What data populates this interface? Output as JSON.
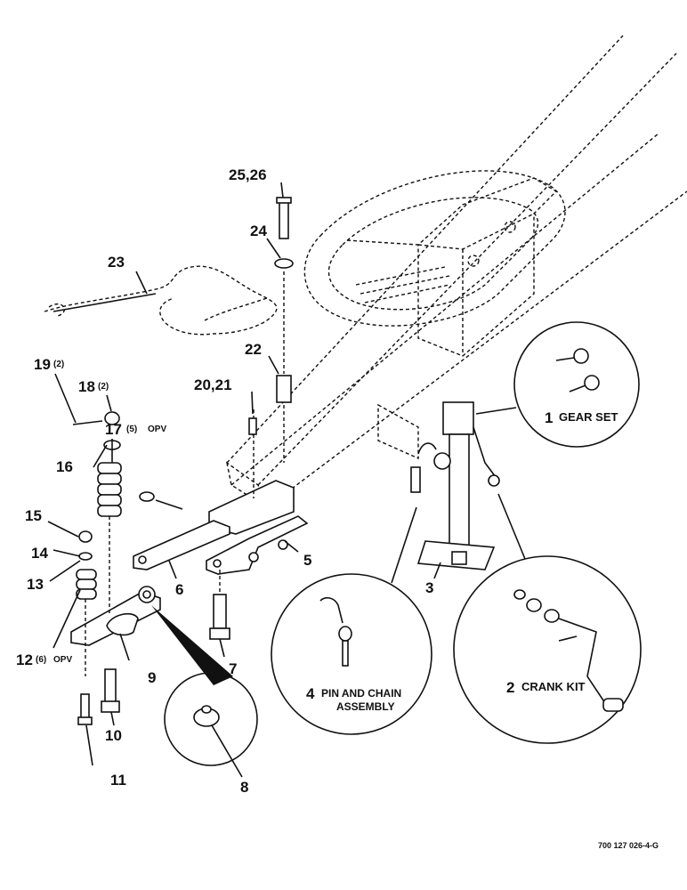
{
  "labels": {
    "p1": "1",
    "p1_text": "GEAR SET",
    "p2": "2",
    "p2_text": "CRANK KIT",
    "p3": "3",
    "p4": "4",
    "p4_text_1": "PIN AND CHAIN",
    "p4_text_2": "ASSEMBLY",
    "p5": "5",
    "p6": "6",
    "p7": "7",
    "p8": "8",
    "p9": "9",
    "p10": "10",
    "p11": "11",
    "p12": "12",
    "p12_qty": "(6)",
    "p12_opv": "OPV",
    "p13": "13",
    "p14": "14",
    "p15": "15",
    "p16": "16",
    "p17": "17",
    "p17_qty": "(5)",
    "p17_opv": "OPV",
    "p18": "18",
    "p18_qty": "(2)",
    "p19": "19",
    "p19_qty": "(2)",
    "p20": "20,21",
    "p22": "22",
    "p23": "23",
    "p24": "24",
    "p25": "25,26"
  },
  "drawing_number": "700 127 026-4-G"
}
